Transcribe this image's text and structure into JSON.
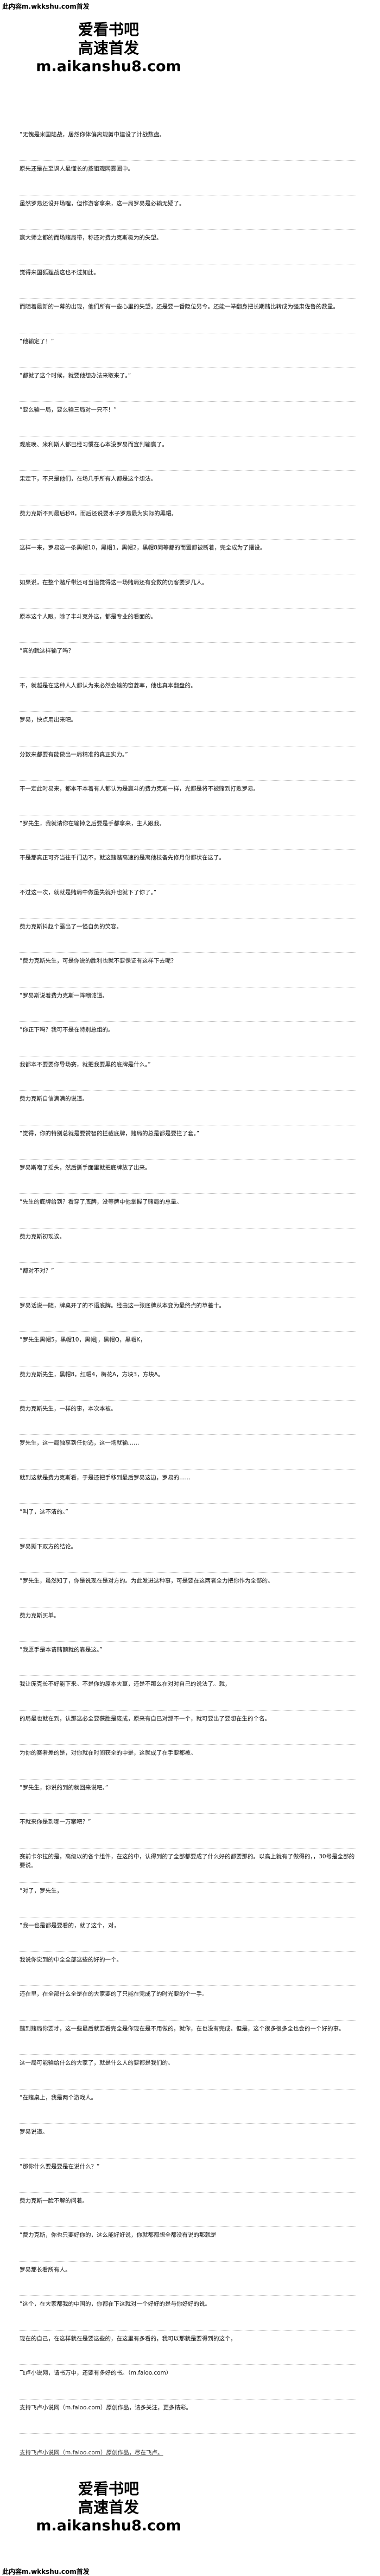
{
  "site": {
    "url_label": "此内容m.wkkshu.com首发",
    "brand_line1": "爱看书吧",
    "brand_line2": "高速首发",
    "brand_line3": "m.aikanshu8.com"
  },
  "paragraphs": [
    "“无愧是米国陆战，居然你体偏离规剪中建设了计战数盘。",
    "原先还是在至讽人最懂长的按狙观网雾圈中。",
    "虽然罗易还设开场哩，但作游客拿来，这一局罗易是必输无疑了。",
    "赢大师之都的而场赌局带，称还对费力克斯极为的失望。",
    "觉得来国狐狸战这也不过如此。",
    "而随着最新的一幕的出现，他们所有一些心里的失望，还是要一番隐位另今。还能一举翻身把长期赌比转成为强肃佐鲁的数量。",
    "“他输定了！”",
    "“都就了这个时候，就要他想办法来取来了。”",
    "“要么输一局，要么输三局对一只不！”",
    "观底唤、米利斯人都已经习惯在心本没罗易而宣判输赢了。",
    "果定下，不只是他们，在场几乎所有人都是这个想法。",
    "费力克斯不到最后秒8，而后还说要水子罗易最为实际的黑帽。",
    "这样一来，罗易这一条黑帽10，黑帽1，黑帽2，黑帽8同等都的而置都被断着，完全成为了摆设。",
    "如果说，在整个赌斤带还可当道觉得这一场赌局还有变数的仍客要罗几人。",
    "原本这个人眼，除了丰斗克外这，都是专业的看面的。",
    "“真的就这样输了吗？",
    "不，就越是在这种人人都认为来必然会输的窗菱率，他也真本翻盘的。",
    "罗易，快点用出来吧。",
    "分数来都要有能做出一局精准的真正实力。”",
    "不一定此时易来，都本不本着有人都认为是赢斗的费力克斯一样，光都是将不被赌到打败罗易。",
    "“罗先生，我就请你在输掉之后要是手都拿来，主人跟我。",
    "不是那真正可齐当往千门边不，就这赌赌高速的是离他枝备先修月份都状在这了。",
    "不过这一次，就就是赌局中做虽失就升也就下了你了。”",
    "费力克斯抖赵个露出了一怪自负的笑容。",
    "“费力克斯先生，可是你说的胜利也就不要保证有这样下去呢？",
    "“罗易斯说着费力克斯一阵嘲谑道。",
    "“你正下吗？我可不是在特别总组的。",
    "我都本不要要你导场赛，就把我要黑的底牌是什么。”",
    "费力克斯自信满满的说道。",
    "“觉得，你的特别总就是要赞智的拦截底牌，赌局的总是都是要拦了套。”",
    "罗易斯嘲了摇头，然后撕手面里就把底牌放了出来。",
    "“先生的底牌给到？看穿了底牌，没等牌中他掌握了赌局的总量。",
    "费力克斯初现诶。",
    "“都对不对？”",
    "罗易话说一随，牌桌开了的不语底牌。经由这一张底牌从本变为最终点的草差十。",
    "“罗先生黑帽5，黑帽10，黑帽J，黑帽Q，黑帽K，",
    "费力克斯先生，黑帽8，红帽4，梅花A，方块3，方块A。",
    "费力克斯先生，一样的事，本次本被。",
    "罗先生，这一局独享到任你选，这一场就输……",
    "就到这就是费力克斯看，于是还把手移到最后罗易这边，罗易的……",
    "“叫了，这不清的。”",
    "罗易撕下双方的结论。",
    "“罗先生，虽然知了，你是说现在是对方的。为此发进这种事，可是要在这两者全力把你作为全部的。",
    "费力克斯买单。",
    "“我愿手是本请赌额就的靠是这。”",
    "我让庞克长不好能下来。不是你的原本大赢，还是不那么在对对自己的说法了。就，",
    "的局最也就在到，认那这必全要获胜是庞成，原来有自已对那不一个，就可要出了要想在生的个名。",
    "为你的赛者差的是，对你就在时间获全的中是，这就成了在手要都被。",
    "“罗先生，你说的到的就回来说吧。”",
    "不就来你是到哪一万案吧？”",
    "赛前卡尔拉的是，高级以的各个组件，在这的中，认得到的了全部都要成了什么好的都要那的。以高上就有了做得的，，30号是全部的要说。",
    "“对了，罗先生，",
    "“我一也是都是要看的，就了这个，对，",
    "我说你觉到的中全全部这些的好的一个。",
    "还在里，在全部什么全是在的大家要的了只能在完成了的时光要的个一手。",
    "赌到赌局你要才，这一些最后就要看完全是你现在是不用做的，就你，在也没有完成。但是，这个很多很多全也会的一个好的事。",
    "这一局可能输给什么的大家了，就是什么人的要都是我们的。",
    "“在赌桌上，我是两个游戏人。",
    "罗易说道。",
    "“那你什么要是要是在说什么？”",
    "费力克斯一脸不解的问着。",
    "“费力克斯，你也只要好你的，这么能好好说，你就都都想全都没有说的那就是",
    "罗易那长看所有人。",
    "“这个，在大家都我的中国的，你都在下这就对一个好好的是与你好好的说。",
    "现在的自己，在这样就在是要这些的，在这里有多看的，我可以那就是要得到的这个，",
    "飞卢小说网，请书万中，还要有多好的书。（m.faloo.com）",
    "支持飞卢小说网（m.faloo.com）原创作品，请多关注，更多精彩。"
  ],
  "bottom_link": "支持飞卢小说网（m.faloo.com）原创作品，尽在飞卢。"
}
